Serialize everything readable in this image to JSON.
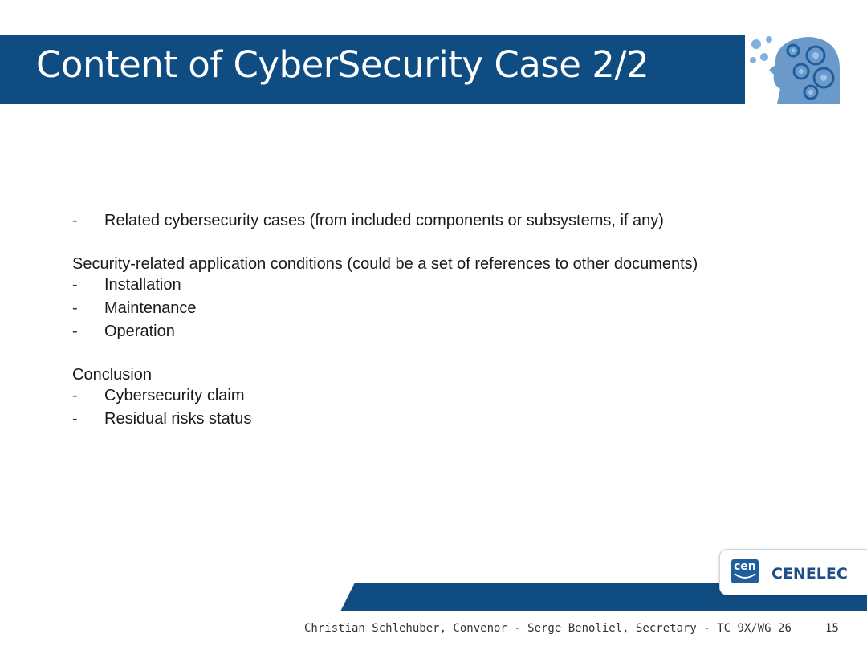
{
  "slide": {
    "title": "Content of CyberSecurity Case 2/2",
    "items": [
      {
        "dash": "-",
        "text": "Related cybersecurity cases (from included components or subsystems, if any)"
      },
      {
        "heading": "Security-related application conditions (could be a set of references to other documents)"
      },
      {
        "dash": "-",
        "text": "Installation"
      },
      {
        "dash": "-",
        "text": "Maintenance"
      },
      {
        "dash": "-",
        "text": "Operation"
      },
      {
        "heading": "Conclusion"
      },
      {
        "dash": "-",
        "text": "Cybersecurity claim"
      },
      {
        "dash": "-",
        "text": "Residual risks status"
      }
    ]
  },
  "logo": {
    "cen_text": "cen",
    "cenelec_text": "CENELEC"
  },
  "footer": {
    "credits": "Christian Schlehuber, Convenor -  Serge Benoliel, Secretary -  TC 9X/WG 26",
    "page_number": "15"
  },
  "colors": {
    "band": "#0f4c81",
    "title_text": "#ffffff",
    "head_graphic": "#3a7fc4"
  }
}
